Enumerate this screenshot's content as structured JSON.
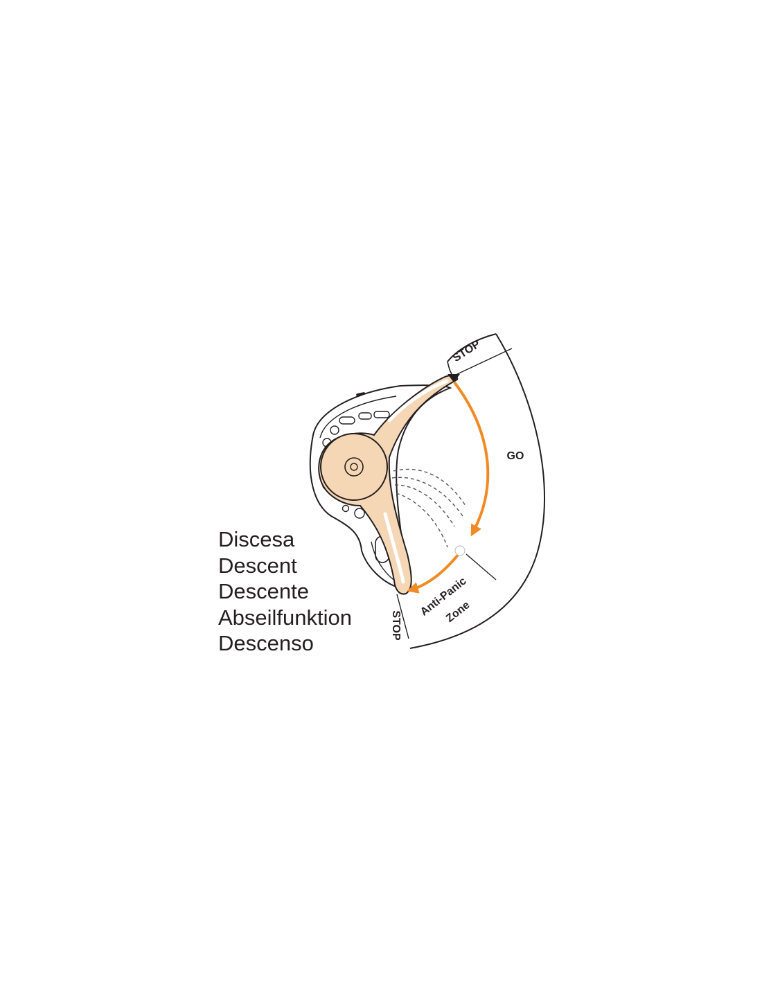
{
  "diagram": {
    "labels": {
      "stop_top": "STOP",
      "go": "GO",
      "anti_panic_line1": "Anti-Panic",
      "anti_panic_line2": "Zone",
      "stop_bottom": "STOP"
    },
    "caption": [
      "Discesa",
      "Descent",
      "Descente",
      "Abseilfunktion",
      "Descenso"
    ],
    "colors": {
      "arrow": "#f08a24",
      "handle_fill": "#f6d7b5",
      "outline": "#231f20",
      "rope_dash": "#555555"
    }
  }
}
